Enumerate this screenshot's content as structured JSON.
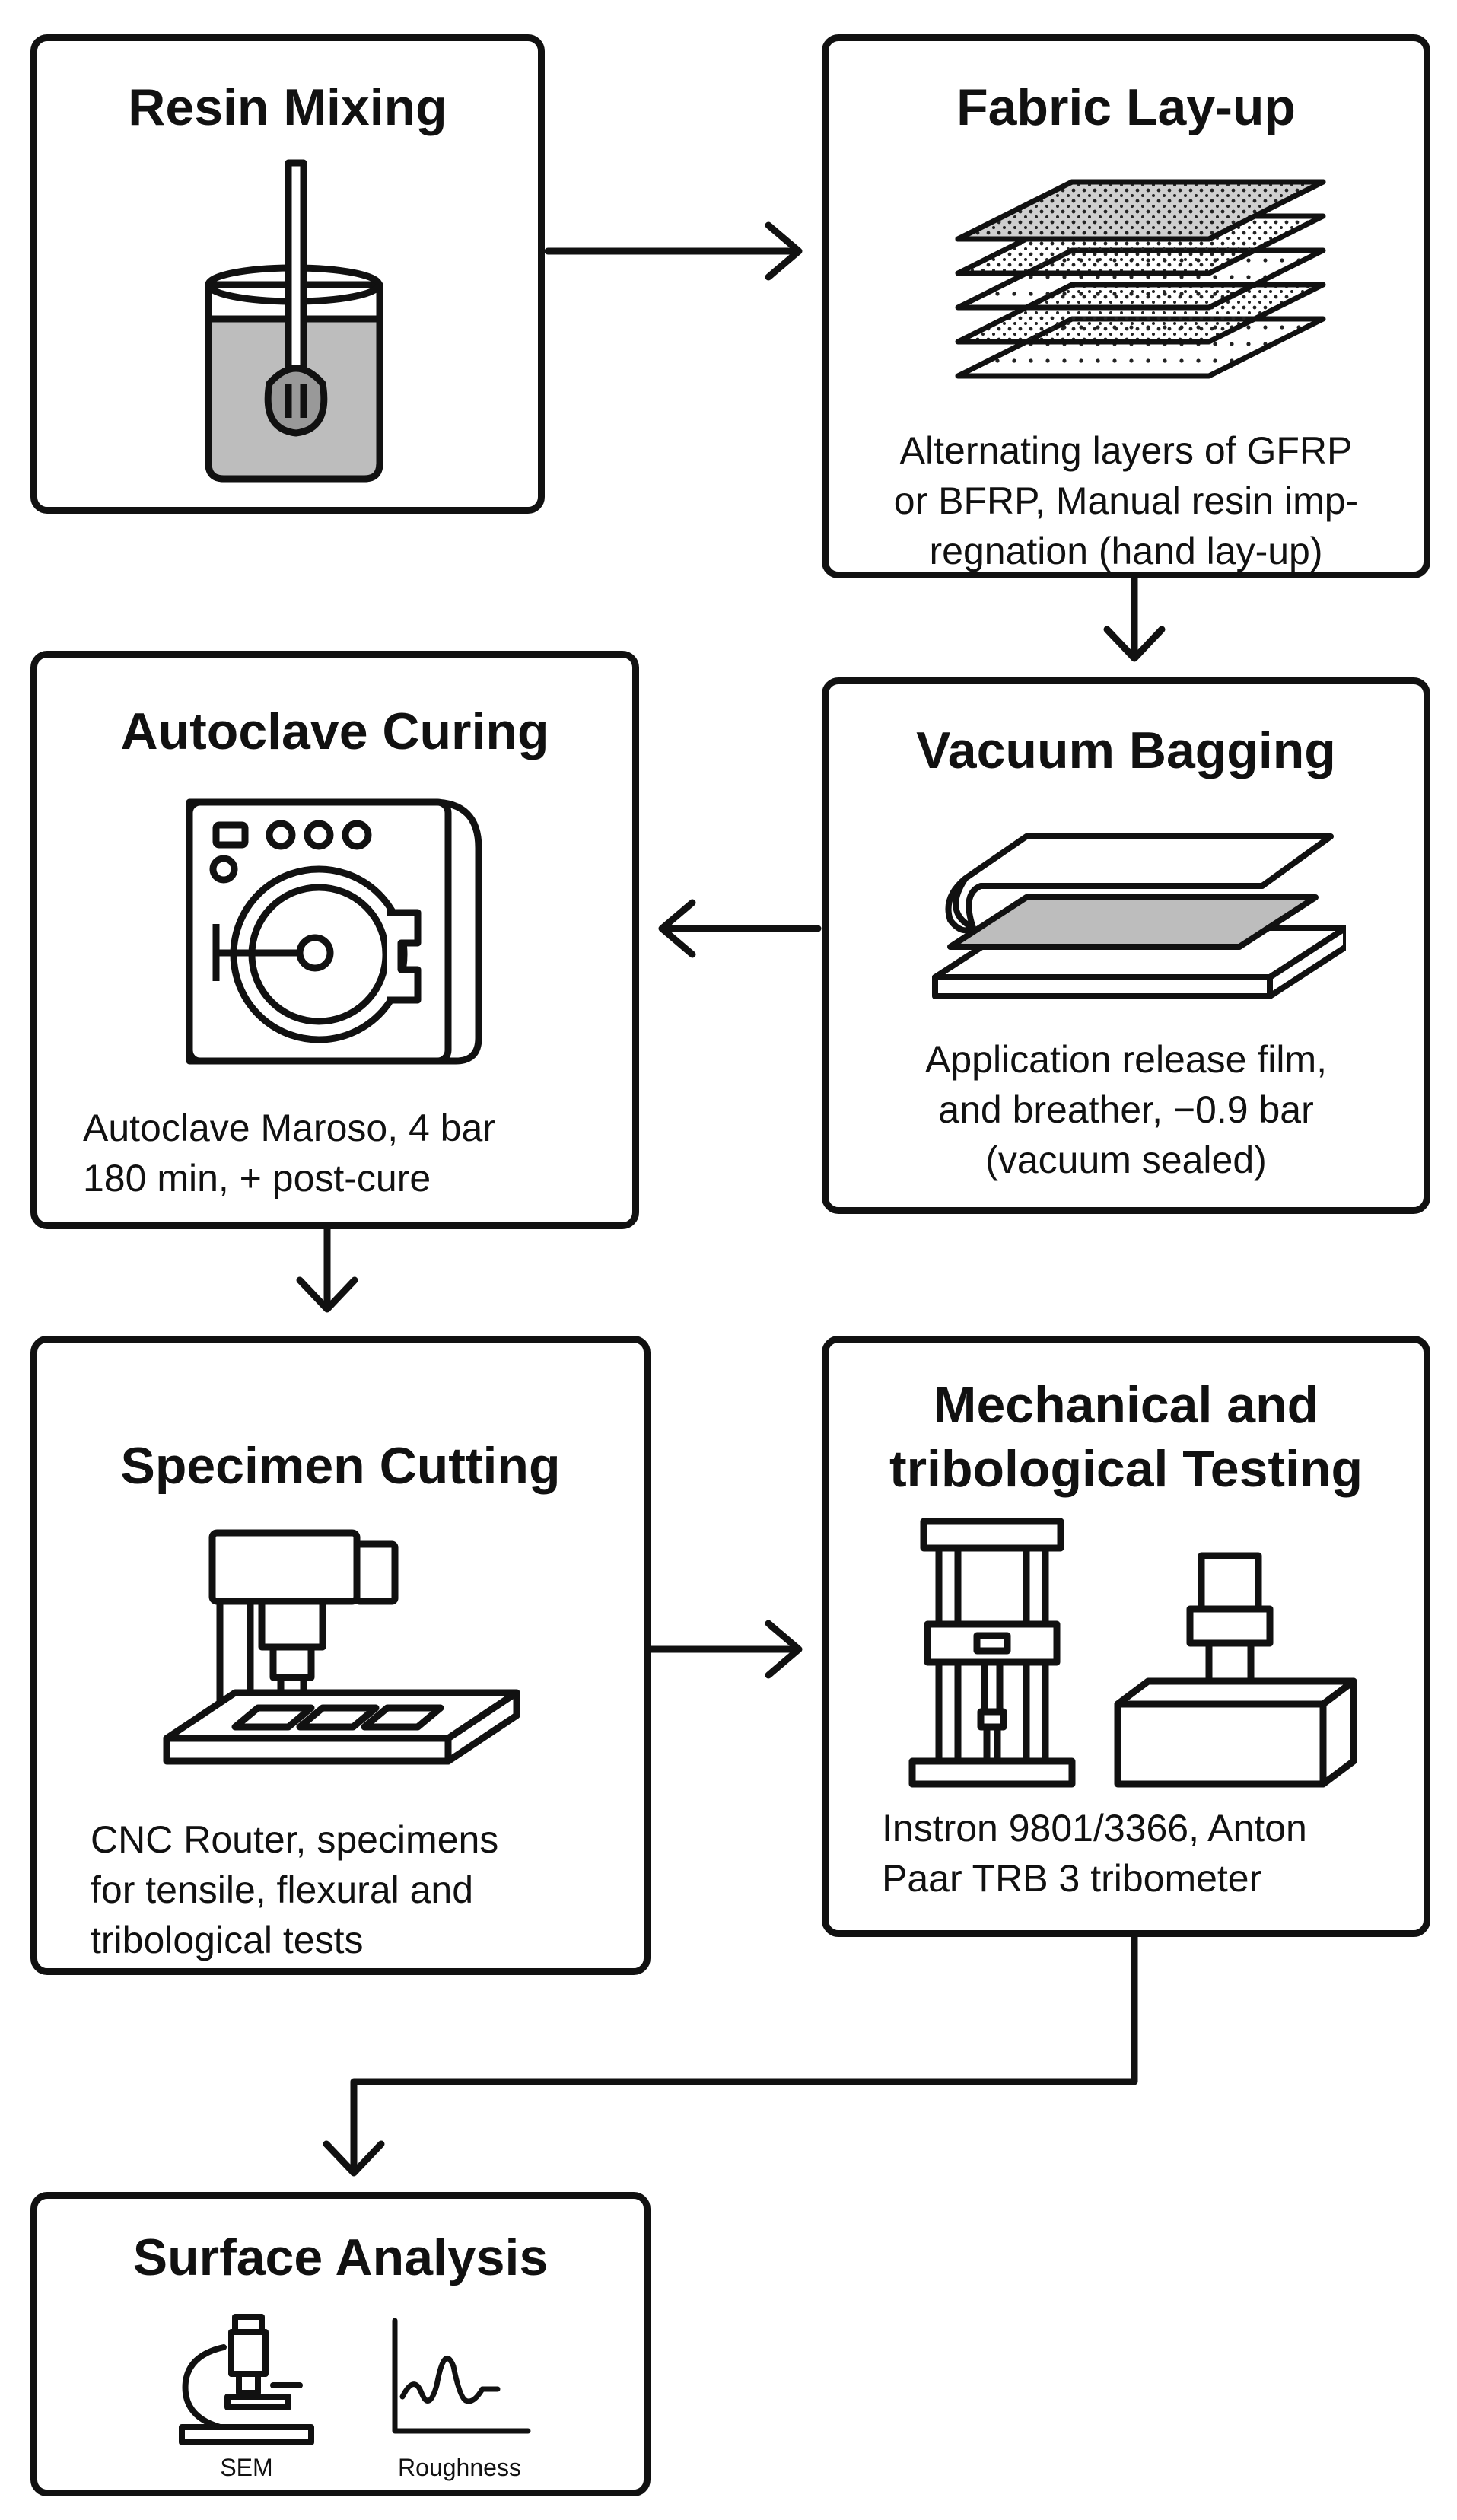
{
  "steps": {
    "resin_mixing": {
      "title": "Resin Mixing"
    },
    "fabric_layup": {
      "title": "Fabric Lay-up",
      "desc_lines": [
        "Alternating layers of GFRP",
        "or BFRP, Manual resin imp-",
        "regnation (hand lay-up)"
      ]
    },
    "vacuum_bagging": {
      "title": "Vacuum Bagging",
      "desc_lines": [
        "Application release film,",
        "and breather, −0.9 bar",
        "(vacuum sealed)"
      ]
    },
    "autoclave_curing": {
      "title": "Autoclave Curing",
      "desc_lines": [
        "Autoclave Maroso, 4 bar",
        "180 min, + post-cure"
      ]
    },
    "specimen_cutting": {
      "title": "Specimen Cutting",
      "desc_lines": [
        "CNC Router, specimens",
        "for tensile, flexural and",
        "tribological tests"
      ]
    },
    "testing": {
      "title_lines": [
        "Mechanical and",
        "tribological Testing"
      ],
      "desc_lines": [
        "Instron 9801/3366, Anton",
        "Paar TRB 3 tribometer"
      ]
    },
    "surface_analysis": {
      "title": "Surface Analysis",
      "icons": [
        {
          "icon": "microscope-icon",
          "label": "SEM"
        },
        {
          "icon": "roughness-graph-icon",
          "label": "Roughness"
        }
      ]
    }
  }
}
